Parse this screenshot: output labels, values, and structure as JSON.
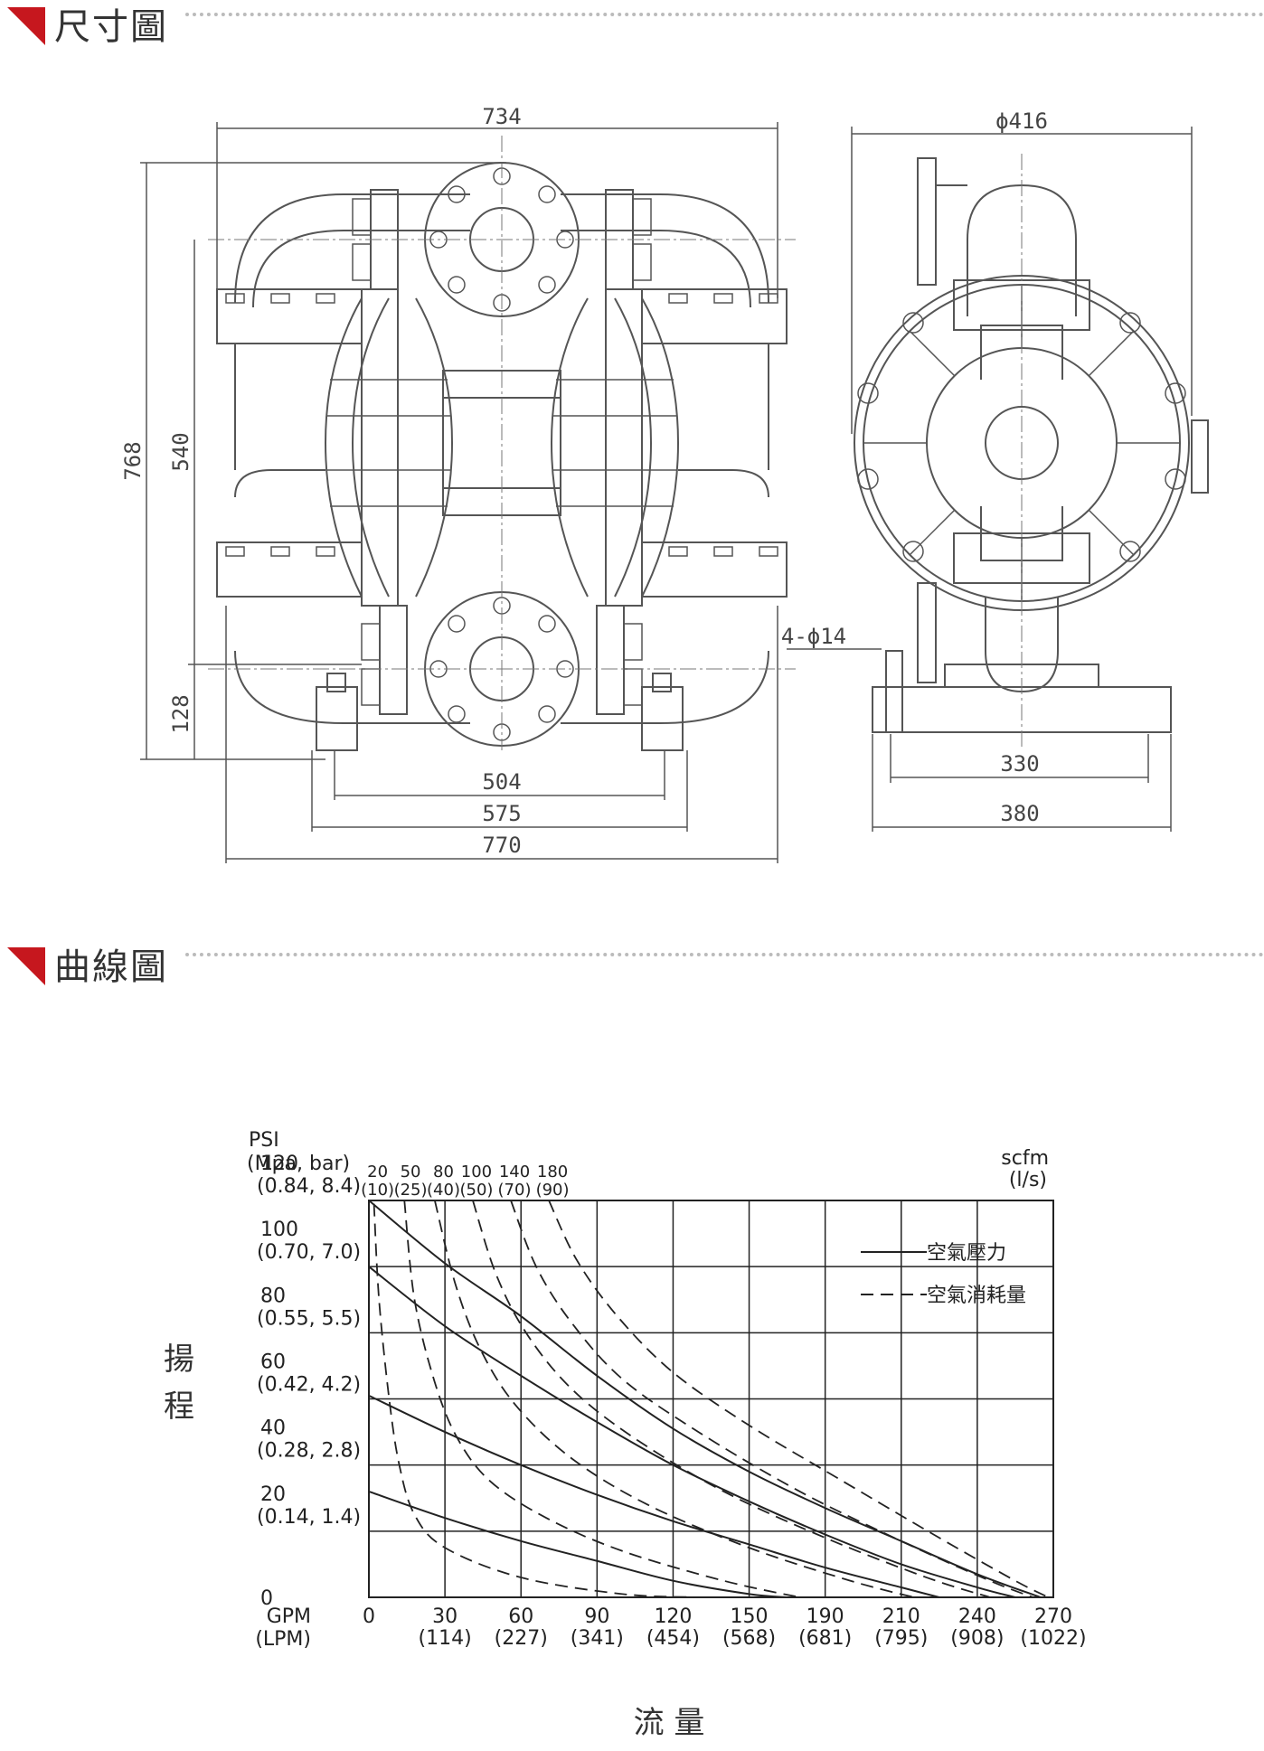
{
  "sections": {
    "dimensions_title": "尺寸圖",
    "curve_title": "曲線圖"
  },
  "drawing": {
    "width_top": "734",
    "height_total": "768",
    "height_inner": "540",
    "height_base": "128",
    "foot_504": "504",
    "foot_575": "575",
    "foot_770": "770",
    "side_dia": "ϕ416",
    "side_hole": "4-ϕ14",
    "side_330": "330",
    "side_380": "380",
    "line_color": "#555555"
  },
  "chart_data": {
    "type": "line",
    "y_unit": "PSI",
    "y_unit2": "(Mpa, bar)",
    "y_label": "揚程",
    "x_label": "流 量",
    "x_unit": "GPM",
    "x_unit2": "(LPM)",
    "top_unit": "scfm",
    "top_unit2": "(l/s)",
    "xlim": [
      0,
      270
    ],
    "ylim": [
      0,
      120
    ],
    "x_ticks": [
      {
        "v": 0,
        "top": "0",
        "bot": ""
      },
      {
        "v": 30,
        "top": "30",
        "bot": "(114)"
      },
      {
        "v": 60,
        "top": "60",
        "bot": "(227)"
      },
      {
        "v": 90,
        "top": "90",
        "bot": "(341)"
      },
      {
        "v": 120,
        "top": "120",
        "bot": "(454)"
      },
      {
        "v": 150,
        "top": "150",
        "bot": "(568)"
      },
      {
        "v": 180,
        "top": "190",
        "bot": "(681)"
      },
      {
        "v": 210,
        "top": "210",
        "bot": "(795)"
      },
      {
        "v": 240,
        "top": "240",
        "bot": "(908)"
      },
      {
        "v": 270,
        "top": "270",
        "bot": "(1022)"
      }
    ],
    "y_ticks": [
      {
        "v": 0,
        "top": "0",
        "bot": ""
      },
      {
        "v": 20,
        "top": "20",
        "bot": "(0.14, 1.4)"
      },
      {
        "v": 40,
        "top": "40",
        "bot": "(0.28, 2.8)"
      },
      {
        "v": 60,
        "top": "60",
        "bot": "(0.42, 4.2)"
      },
      {
        "v": 80,
        "top": "80",
        "bot": "(0.55, 5.5)"
      },
      {
        "v": 100,
        "top": "100",
        "bot": "(0.70, 7.0)"
      },
      {
        "v": 120,
        "top": "120",
        "bot": "(0.84, 8.4)"
      }
    ],
    "air_ticks": [
      {
        "x": 2,
        "top": "20",
        "bot": "(10)"
      },
      {
        "x": 15,
        "top": "50",
        "bot": "(25)"
      },
      {
        "x": 28,
        "top": "80",
        "bot": "(40)"
      },
      {
        "x": 41,
        "top": "100",
        "bot": "(50)"
      },
      {
        "x": 56,
        "top": "140",
        "bot": "(70)"
      },
      {
        "x": 71,
        "top": "180",
        "bot": "(90)"
      }
    ],
    "legend": [
      {
        "label": "空氣壓力",
        "style": "solid"
      },
      {
        "label": "空氣消耗量",
        "style": "dashed"
      }
    ],
    "pressure_series": [
      {
        "points": [
          [
            0,
            120
          ],
          [
            30,
            101
          ],
          [
            60,
            85
          ],
          [
            90,
            67
          ],
          [
            120,
            51
          ],
          [
            150,
            38
          ],
          [
            180,
            27
          ],
          [
            210,
            17
          ],
          [
            240,
            7
          ],
          [
            265,
            0
          ]
        ]
      },
      {
        "points": [
          [
            0,
            100
          ],
          [
            30,
            82
          ],
          [
            60,
            67
          ],
          [
            90,
            53
          ],
          [
            120,
            40
          ],
          [
            150,
            29
          ],
          [
            180,
            19
          ],
          [
            210,
            10
          ],
          [
            240,
            3
          ],
          [
            255,
            0
          ]
        ]
      },
      {
        "points": [
          [
            0,
            61
          ],
          [
            30,
            50
          ],
          [
            60,
            40
          ],
          [
            90,
            31
          ],
          [
            120,
            23
          ],
          [
            150,
            16
          ],
          [
            180,
            9
          ],
          [
            210,
            3
          ],
          [
            225,
            0
          ]
        ]
      },
      {
        "points": [
          [
            0,
            32
          ],
          [
            30,
            24
          ],
          [
            60,
            17
          ],
          [
            90,
            11
          ],
          [
            120,
            5
          ],
          [
            150,
            1
          ],
          [
            165,
            0
          ]
        ]
      }
    ],
    "air_series": [
      {
        "points": [
          [
            2,
            119
          ],
          [
            4,
            90
          ],
          [
            8,
            60
          ],
          [
            12,
            40
          ],
          [
            18,
            25
          ],
          [
            30,
            15
          ],
          [
            60,
            6
          ],
          [
            100,
            1
          ],
          [
            130,
            0
          ]
        ]
      },
      {
        "points": [
          [
            14,
            120
          ],
          [
            18,
            90
          ],
          [
            26,
            65
          ],
          [
            35,
            48
          ],
          [
            48,
            35
          ],
          [
            70,
            24
          ],
          [
            100,
            14
          ],
          [
            140,
            5
          ],
          [
            170,
            0
          ]
        ]
      },
      {
        "points": [
          [
            26,
            120
          ],
          [
            34,
            95
          ],
          [
            44,
            75
          ],
          [
            58,
            58
          ],
          [
            80,
            42
          ],
          [
            110,
            28
          ],
          [
            150,
            15
          ],
          [
            190,
            5
          ],
          [
            215,
            0
          ]
        ]
      },
      {
        "points": [
          [
            41,
            120
          ],
          [
            50,
            98
          ],
          [
            62,
            80
          ],
          [
            80,
            63
          ],
          [
            105,
            48
          ],
          [
            140,
            32
          ],
          [
            180,
            18
          ],
          [
            220,
            6
          ],
          [
            245,
            0
          ]
        ]
      },
      {
        "points": [
          [
            56,
            120
          ],
          [
            66,
            100
          ],
          [
            80,
            83
          ],
          [
            100,
            66
          ],
          [
            130,
            50
          ],
          [
            170,
            32
          ],
          [
            210,
            17
          ],
          [
            245,
            5
          ],
          [
            262,
            0
          ]
        ]
      },
      {
        "points": [
          [
            71,
            120
          ],
          [
            82,
            102
          ],
          [
            98,
            85
          ],
          [
            120,
            68
          ],
          [
            150,
            52
          ],
          [
            185,
            36
          ],
          [
            225,
            18
          ],
          [
            255,
            5
          ],
          [
            268,
            0
          ]
        ]
      }
    ]
  }
}
